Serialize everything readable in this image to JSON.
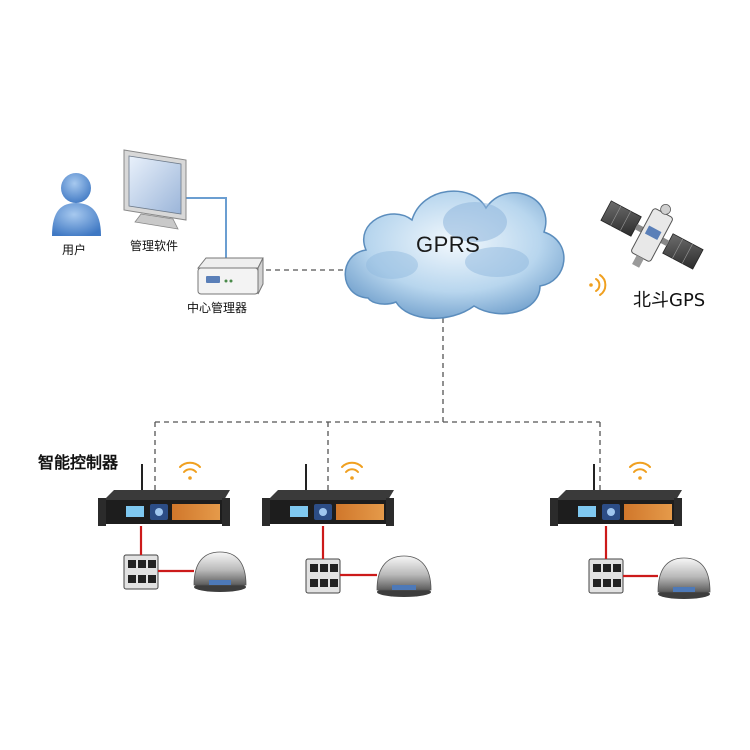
{
  "labels": {
    "user": "用户",
    "software": "管理软件",
    "center": "中心管理器",
    "cloud": "GPRS",
    "gps": "北斗GPS",
    "controller_group": "智能控制器"
  },
  "colors": {
    "dashed_line": "#555555",
    "red_link": "#cc1a1a",
    "blue_link": "#6b9ed1",
    "cloud_fill": "#b9d8ef",
    "wifi": "#f0a020"
  },
  "icons": {
    "user": "person-icon",
    "monitor": "monitor-icon",
    "center": "router-icon",
    "satellite": "satellite-icon",
    "controller": "rack-controller-icon",
    "contactor": "contactor-icon",
    "bell": "bell-icon",
    "wifi": "wifi-icon"
  },
  "controllers": [
    {
      "id": "controller-1"
    },
    {
      "id": "controller-2"
    },
    {
      "id": "controller-3"
    }
  ]
}
